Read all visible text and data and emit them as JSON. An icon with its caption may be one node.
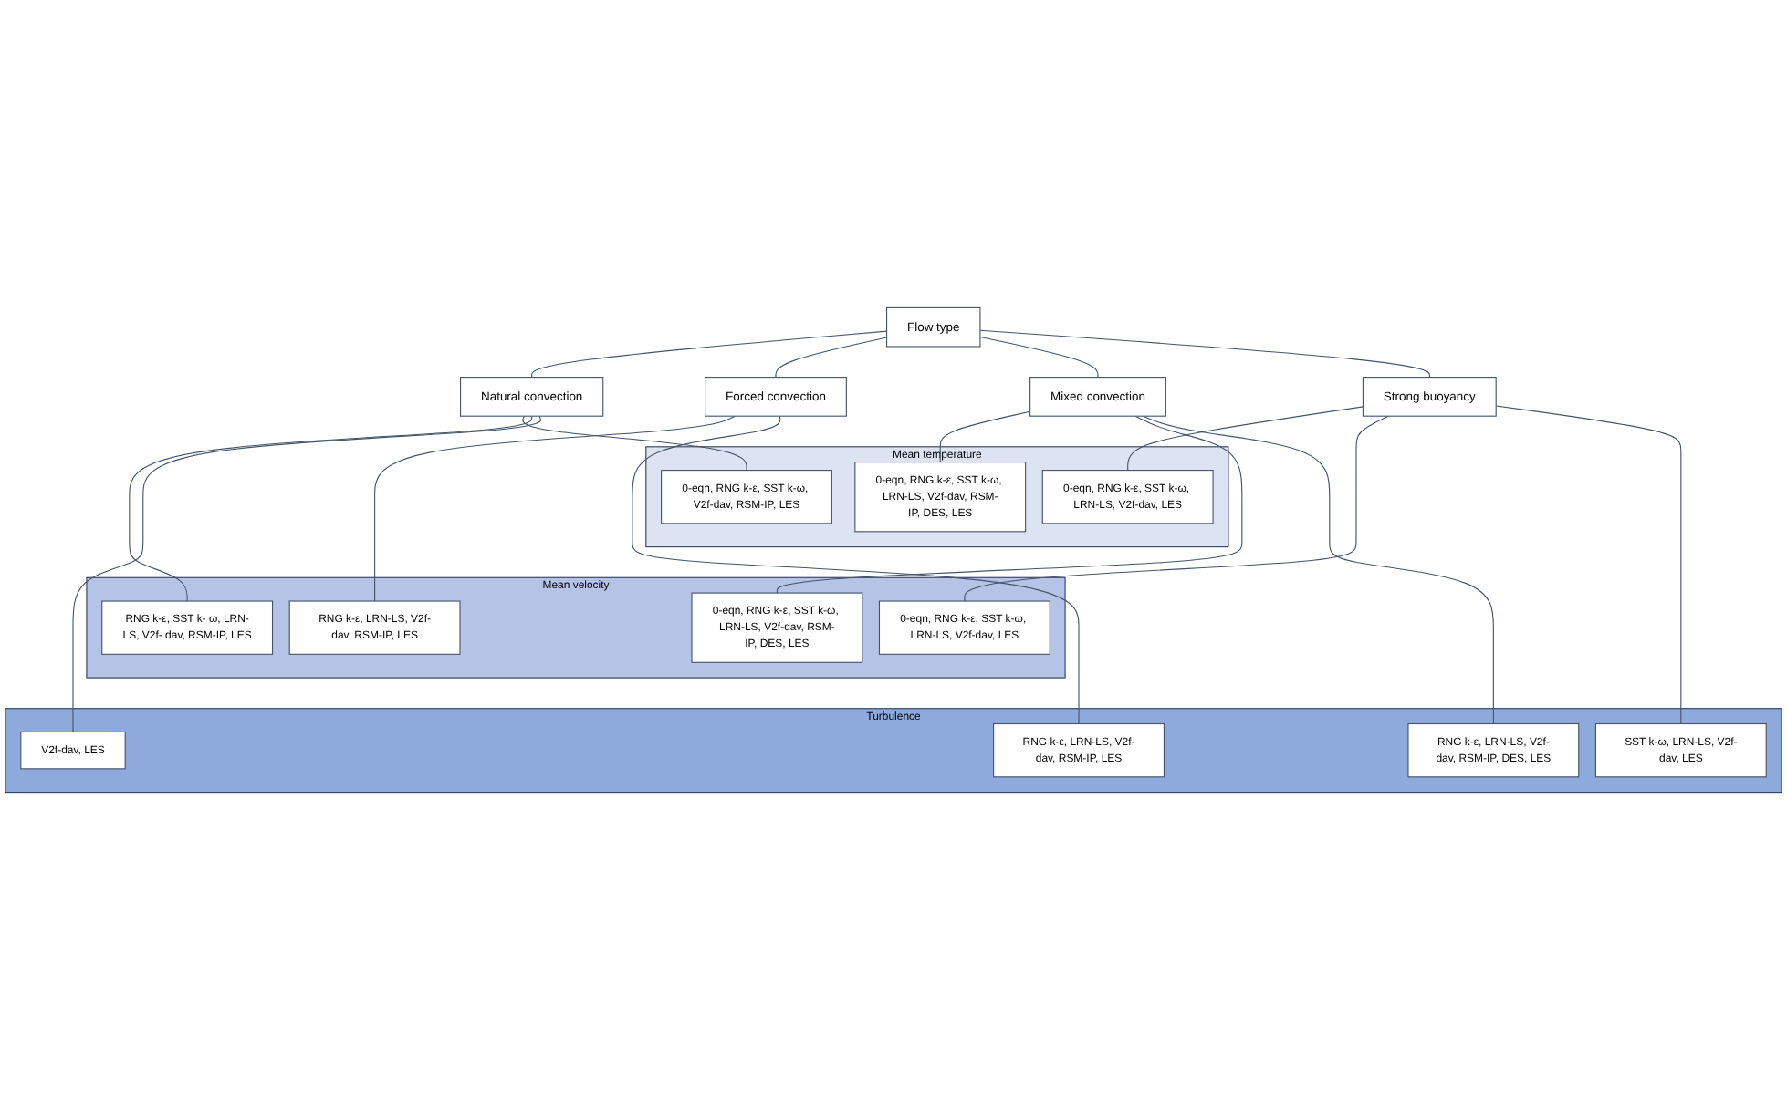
{
  "diagram": {
    "nodes": [
      {
        "text": [
          "Flow type"
        ]
      },
      {
        "text": [
          "Natural convection"
        ]
      },
      {
        "text": [
          "Forced convection"
        ]
      },
      {
        "text": [
          "Mixed convection"
        ]
      },
      {
        "text": [
          "Strong buoyancy"
        ]
      },
      {
        "text": [
          "Mean temperature"
        ]
      },
      {
        "text": [
          "0-eqn, RNG k-ε, SST k-ω, V2f-dav, RSM-IP, LES"
        ],
        "in": 5
      },
      {
        "text": [
          "0-eqn, RNG k-ε, SST k-ω, LRN-LS, V2f-dav, RSM-IP, DES, LES"
        ],
        "in": 5
      },
      {
        "text": [
          "0-eqn, RNG k-ε, SST k-ω, LRN-LS, V2f-dav, LES"
        ],
        "in": 5
      },
      {
        "text": [
          "Mean velocity"
        ]
      },
      {
        "text": [
          "RNG k-ε, SST k- ω, LRN-LS, V2f- dav, RSM-IP, LES"
        ],
        "in": 9
      },
      {
        "text": [
          "RNG k-ε, LRN-LS, V2f-dav, RSM-IP, LES"
        ],
        "in": 9
      },
      {
        "text": [
          "0-eqn, RNG k-ε, SST k-ω, LRN-LS, V2f-dav, RSM-IP, DES, LES"
        ],
        "in": 9
      },
      {
        "text": [
          "0-eqn, RNG k-ε, SST k-ω, LRN-LS, V2f-dav, LES"
        ],
        "in": 9
      },
      {
        "text": [
          "Turbulence"
        ]
      },
      {
        "text": [
          "V2f-dav, LES"
        ],
        "in": 14
      },
      {
        "text": [
          "RNG k-ε, LRN-LS, V2f-dav, RSM-IP, LES"
        ],
        "in": 14
      },
      {
        "text": [
          "RNG k-ε, LRN-LS, V2f-dav, RSM-IP, DES, LES"
        ],
        "in": 14
      },
      {
        "text": [
          "SST k-ω, LRN-LS, V2f-dav, LES"
        ],
        "in": 14
      }
    ],
    "edges": [
      {
        "from": 0,
        "to": 1,
        "arrow": "none"
      },
      {
        "from": 0,
        "to": 2,
        "arrow": "none"
      },
      {
        "from": 0,
        "to": 3,
        "arrow": "none"
      },
      {
        "from": 0,
        "to": 4,
        "arrow": "none"
      },
      {
        "from": 1,
        "to": 6,
        "arrow": "none"
      },
      {
        "from": 1,
        "to": 10,
        "arrow": "none"
      },
      {
        "from": 1,
        "to": 15,
        "arrow": "none"
      },
      {
        "from": 2,
        "to": 11,
        "arrow": "none"
      },
      {
        "from": 2,
        "to": 16,
        "arrow": "none"
      },
      {
        "from": 3,
        "to": 7,
        "arrow": "none"
      },
      {
        "from": 3,
        "to": 12,
        "arrow": "none"
      },
      {
        "from": 3,
        "to": 17,
        "arrow": "none"
      },
      {
        "from": 4,
        "to": 8,
        "arrow": "none"
      },
      {
        "from": 4,
        "to": 13,
        "arrow": "none"
      },
      {
        "from": 4,
        "to": 18,
        "arrow": "none"
      }
    ]
  }
}
